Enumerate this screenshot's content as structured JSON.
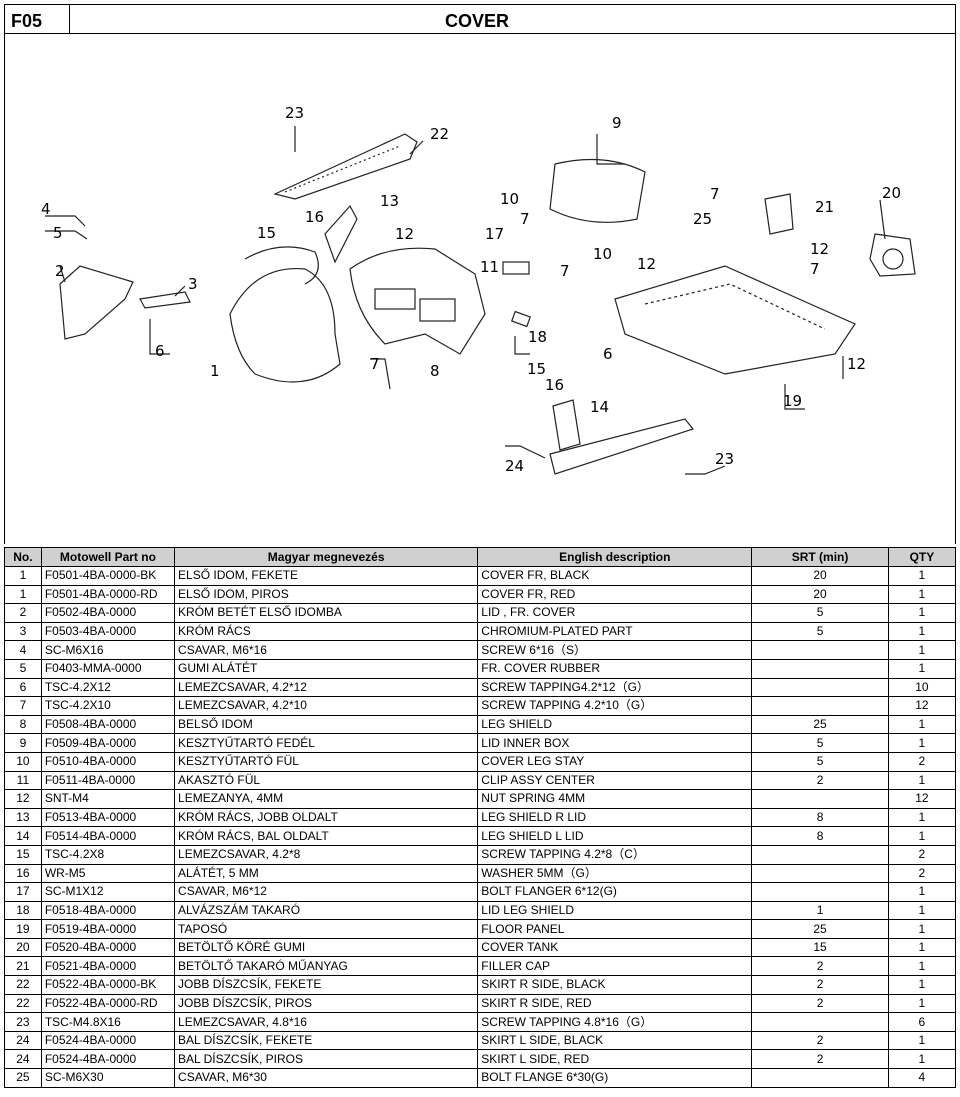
{
  "header": {
    "code": "F05",
    "title": "COVER"
  },
  "diagram_labels": {
    "l1": "1",
    "l2": "2",
    "l3": "3",
    "l4": "4",
    "l5": "5",
    "l6a": "6",
    "l6b": "6",
    "l7a": "7",
    "l7b": "7",
    "l7c": "7",
    "l7d": "7",
    "l7e": "7",
    "l8": "8",
    "l9": "9",
    "l10a": "10",
    "l10b": "10",
    "l11": "11",
    "l12a": "12",
    "l12b": "12",
    "l12c": "12",
    "l12d": "12",
    "l13": "13",
    "l14": "14",
    "l15a": "15",
    "l15b": "15",
    "l16a": "16",
    "l16b": "16",
    "l17": "17",
    "l18": "18",
    "l19": "19",
    "l20": "20",
    "l21": "21",
    "l22": "22",
    "l23a": "23",
    "l23b": "23",
    "l24": "24",
    "l25": "25"
  },
  "table": {
    "headers": [
      "No.",
      "Motowell Part no",
      "Magyar megnevezés",
      "English description",
      "SRT (min)",
      "QTY"
    ],
    "rows": [
      [
        "1",
        "F0501-4BA-0000-BK",
        "ELSŐ IDOM, FEKETE",
        "COVER FR, BLACK",
        "20",
        "1"
      ],
      [
        "1",
        "F0501-4BA-0000-RD",
        "ELSŐ IDOM, PIROS",
        "COVER FR, RED",
        "20",
        "1"
      ],
      [
        "2",
        "F0502-4BA-0000",
        "KRÓM BETÉT ELSŐ IDOMBA",
        "LID , FR. COVER",
        "5",
        "1"
      ],
      [
        "3",
        "F0503-4BA-0000",
        "KRÓM RÁCS",
        "CHROMIUM-PLATED PART",
        "5",
        "1"
      ],
      [
        "4",
        "SC-M6X16",
        "CSAVAR, M6*16",
        "SCREW 6*16（S）",
        "",
        "1"
      ],
      [
        "5",
        "F0403-MMA-0000",
        "GUMI ALÁTÉT",
        "FR. COVER RUBBER",
        "",
        "1"
      ],
      [
        "6",
        "TSC-4.2X12",
        "LEMEZCSAVAR, 4.2*12",
        "SCREW TAPPING4.2*12（G）",
        "",
        "10"
      ],
      [
        "7",
        "TSC-4.2X10",
        "LEMEZCSAVAR, 4.2*10",
        "SCREW TAPPING 4.2*10（G）",
        "",
        "12"
      ],
      [
        "8",
        "F0508-4BA-0000",
        "BELSŐ IDOM",
        "LEG SHIELD",
        "25",
        "1"
      ],
      [
        "9",
        "F0509-4BA-0000",
        "KESZTYŰTARTÓ FEDÉL",
        "LID INNER BOX",
        "5",
        "1"
      ],
      [
        "10",
        "F0510-4BA-0000",
        "KESZTYŰTARTÓ FÜL",
        "COVER LEG STAY",
        "5",
        "2"
      ],
      [
        "11",
        "F0511-4BA-0000",
        "AKASZTÓ FÜL",
        "CLIP ASSY CENTER",
        "2",
        "1"
      ],
      [
        "12",
        "SNT-M4",
        "LEMEZANYA, 4MM",
        "NUT SPRING 4MM",
        "",
        "12"
      ],
      [
        "13",
        "F0513-4BA-0000",
        "KRÓM RÁCS, JOBB OLDALT",
        "LEG SHIELD R LID",
        "8",
        "1"
      ],
      [
        "14",
        "F0514-4BA-0000",
        "KRÓM RÁCS, BAL OLDALT",
        "LEG SHIELD L LID",
        "8",
        "1"
      ],
      [
        "15",
        "TSC-4.2X8",
        "LEMEZCSAVAR, 4.2*8",
        "SCREW TAPPING 4.2*8（C）",
        "",
        "2"
      ],
      [
        "16",
        "WR-M5",
        "ALÁTÉT, 5 MM",
        "WASHER 5MM（G）",
        "",
        "2"
      ],
      [
        "17",
        "SC-M1X12",
        "CSAVAR, M6*12",
        "BOLT FLANGER 6*12(G)",
        "",
        "1"
      ],
      [
        "18",
        "F0518-4BA-0000",
        "ALVÁZSZÁM TAKARÓ",
        "LID LEG SHIELD",
        "1",
        "1"
      ],
      [
        "19",
        "F0519-4BA-0000",
        "TAPOSÓ",
        "FLOOR PANEL",
        "25",
        "1"
      ],
      [
        "20",
        "F0520-4BA-0000",
        "BETÖLTŐ KÖRÉ GUMI",
        "COVER TANK",
        "15",
        "1"
      ],
      [
        "21",
        "F0521-4BA-0000",
        "BETÖLTŐ TAKARÓ MŰANYAG",
        "FILLER CAP",
        "2",
        "1"
      ],
      [
        "22",
        "F0522-4BA-0000-BK",
        "JOBB DÍSZCSÍK, FEKETE",
        "SKIRT R SIDE, BLACK",
        "2",
        "1"
      ],
      [
        "22",
        "F0522-4BA-0000-RD",
        "JOBB DÍSZCSÍK, PIROS",
        "SKIRT R SIDE, RED",
        "2",
        "1"
      ],
      [
        "23",
        "TSC-M4.8X16",
        "LEMEZCSAVAR, 4.8*16",
        "SCREW TAPPING 4.8*16（G）",
        "",
        "6"
      ],
      [
        "24",
        "F0524-4BA-0000",
        "BAL DÍSZCSÍK, FEKETE",
        "SKIRT L SIDE, BLACK",
        "2",
        "1"
      ],
      [
        "24",
        "F0524-4BA-0000",
        "BAL DÍSZCSÍK, PIROS",
        "SKIRT L SIDE, RED",
        "2",
        "1"
      ],
      [
        "25",
        "SC-M6X30",
        "CSAVAR, M6*30",
        "BOLT FLANGE 6*30(G)",
        "",
        "4"
      ]
    ]
  }
}
